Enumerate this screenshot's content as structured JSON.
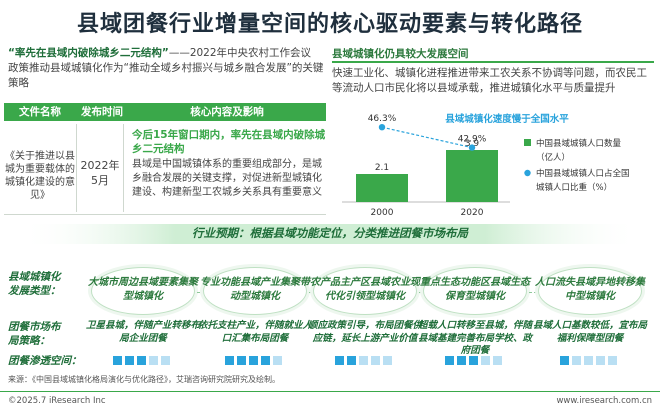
{
  "title": "县域团餐行业增量空间的核心驱动要素与转化路径",
  "quote": {
    "highlight": "“率先在县域内破除城乡二元结构”",
    "source": "——2022年中央农村工作会议",
    "text": "政策推动县域城镇化作为“推动全域乡村振兴与城乡融合发展”的关键策略"
  },
  "table": {
    "headers": [
      "文件名称",
      "发布时间",
      "核心内容及影响"
    ],
    "doc_name": "《关于推进以县城为重要载体的城镇化建设的意见》",
    "doc_date": "2022年5月",
    "highlight": "今后15年窗口期内，率先在县域内破除城乡二元结构",
    "body": "县域是中国城镇体系的重要组成部分，是城乡融合发展的关键支撑，对促进新型城镇化建设、构建新型工农城乡关系具有重要意义"
  },
  "right_panel": {
    "title": "县域城镇化仍具较大发展空间",
    "text": "快速工业化、城镇化进程推进带来工农关系不协调等问题，而农民工等流动人口市民化将以县域承载，推进城镇化水平与质量提升"
  },
  "chart_data": {
    "type": "bar",
    "annotation": "县域城镇化速度慢于全国水平",
    "categories": [
      "2000",
      "2020"
    ],
    "series": [
      {
        "name": "中国县域城镇人口数量（亿人）",
        "type": "bar",
        "values": [
          2.1,
          3.9
        ],
        "color": "#3aa84a"
      },
      {
        "name": "中国县域城镇人口占全国城镇人口比重（%）",
        "type": "line",
        "values": [
          46.3,
          42.9
        ],
        "color": "#29a3dc",
        "value_labels": [
          "46.3%",
          "42.9%"
        ]
      }
    ]
  },
  "banner": "行业预期：根据县域功能定位，分类推进团餐市场布局",
  "rows": {
    "type_label": "县域城镇化发展类型：",
    "market_label": "团餐市场布局策略：",
    "penetration_label": "团餐渗透空间："
  },
  "types": [
    {
      "name": "大城市周边县域要素集聚型城镇化",
      "strategy": "卫星县城，伴随产业转移布局企业团餐",
      "penetration": 3
    },
    {
      "name": "专业功能县域产业集聚带动型城镇化",
      "strategy": "依托支柱产业，伴随就业人口汇集布局团餐",
      "penetration": 4
    },
    {
      "name": "农产品主产区县域农业现代化引领型城镇化",
      "strategy": "顺应政策引导，布局团餐供应链，延长上游产业价值",
      "penetration": 2
    },
    {
      "name": "重点生态功能区县域生态保育型城镇化",
      "strategy": "超载人口转移至县城，伴随县域基建完善布局学校、政府团餐",
      "penetration": 3
    },
    {
      "name": "人口流失县域异地转移集中型城镇化",
      "strategy": "县域人口基数较低，宜布局福利保障型团餐",
      "penetration": 1
    }
  ],
  "colors": {
    "accent": "#3aa84a",
    "blue": "#29a3dc",
    "dark_green": "#1f6e3a",
    "inactive": "#b9dff3"
  },
  "source": "来源：《中国县域城镇化格局演化与优化路径》，艾瑞咨询研究院研究及绘制。",
  "footer_left": "©2025.7 iResearch Inc",
  "footer_right": "www.iresearch.com.cn"
}
